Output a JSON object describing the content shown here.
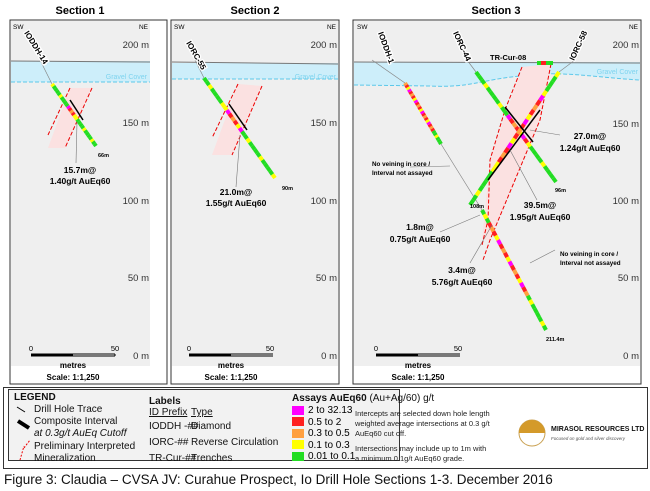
{
  "caption": "Figure 3: Claudia – CVSA JV: Curahue Prospect, Io Drill Hole Sections 1-3. December 2016",
  "sections": [
    {
      "title": "Section 1",
      "sw": "SW",
      "ne": "NE",
      "hole": "IODDH-14",
      "depth": "66m",
      "intercept": {
        "line1": "15.7m@",
        "line2": "1.40g/t AuEq60"
      },
      "elev": [
        "200 m",
        "150 m",
        "100 m",
        "50 m",
        "0 m"
      ],
      "gravel": "Gravel Cover",
      "scale": {
        "zero": "0",
        "fifty": "50",
        "unit": "metres",
        "label": "Scale: 1:1,250"
      }
    },
    {
      "title": "Section 2",
      "sw": "SW",
      "ne": "NE",
      "hole": "IORC-55",
      "depth": "90m",
      "intercept": {
        "line1": "21.0m@",
        "line2": "1.55g/t AuEq60"
      },
      "elev": [
        "200 m",
        "150 m",
        "100 m",
        "50 m",
        "0 m"
      ],
      "gravel": "Gravel Cover",
      "scale": {
        "zero": "0",
        "fifty": "50",
        "unit": "metres",
        "label": "Scale: 1:1,250"
      }
    },
    {
      "title": "Section 3",
      "sw": "SW",
      "ne": "NE",
      "holes": [
        "IODDH-1",
        "IORC-44",
        "IORC-58"
      ],
      "trench": "TR-Cur-08",
      "depths": [
        "96m",
        "108m",
        "211.4m"
      ],
      "intercepts": [
        {
          "line1": "27.0m@",
          "line2": "1.24g/t AuEq60"
        },
        {
          "line1": "39.5m@",
          "line2": "1.95g/t AuEq60"
        },
        {
          "line1": "1.8m@",
          "line2": "0.75g/t AuEq60"
        },
        {
          "line1": "3.4m@",
          "line2": "5.76g/t AuEq60"
        }
      ],
      "notes": [
        {
          "line1": "No veining in core /",
          "line2": "Interval not assayed"
        },
        {
          "line1": "No veining in core /",
          "line2": "Interval not assayed"
        }
      ],
      "elev": [
        "200 m",
        "150 m",
        "100 m",
        "50 m",
        "0 m"
      ],
      "gravel": "Gravel Cover",
      "scale": {
        "zero": "0",
        "fifty": "50",
        "unit": "metres",
        "label": "Scale: 1:1,250"
      }
    }
  ],
  "legend": {
    "title": "LEGEND",
    "items": [
      "Drill Hole Trace",
      "Composite Interval",
      "at 0.3g/t AuEq Cutoff",
      "Preliminary Interpreted",
      "Mineralization"
    ],
    "labels_title": "Labels",
    "col_prefix": "ID Prefix",
    "col_type": "Type",
    "rows": [
      {
        "prefix": "IODDH -##",
        "type": "Diamond"
      },
      {
        "prefix": "IORC-##",
        "type": "Reverse Circulation"
      },
      {
        "prefix": "TR-Cur-##",
        "type": "Trenches"
      }
    ],
    "assays_title": "Assays AuEq60",
    "assays_unit": "(Au+Ag/60) g/t",
    "assays": [
      {
        "label": "2 to 32.13",
        "color": "#ff00ff"
      },
      {
        "label": "0.5 to 2",
        "color": "#ff2020"
      },
      {
        "label": "0.3 to 0.5",
        "color": "#ffa040"
      },
      {
        "label": "0.1 to 0.3",
        "color": "#ffff00"
      },
      {
        "label": "0.01 to 0.1",
        "color": "#22dd22"
      }
    ],
    "note1": [
      "Intercepts are selected down hole length",
      "weighted average intersections at 0.3 g/t",
      "AuEq60 cut off."
    ],
    "note2": [
      "Intersections may include up to 1m with",
      "a minimum 0.1g/t AuEq60 grade."
    ]
  },
  "logo": {
    "name": "MIRASOL RESOURCES LTD",
    "tagline": "Focused on gold and silver discovery"
  }
}
